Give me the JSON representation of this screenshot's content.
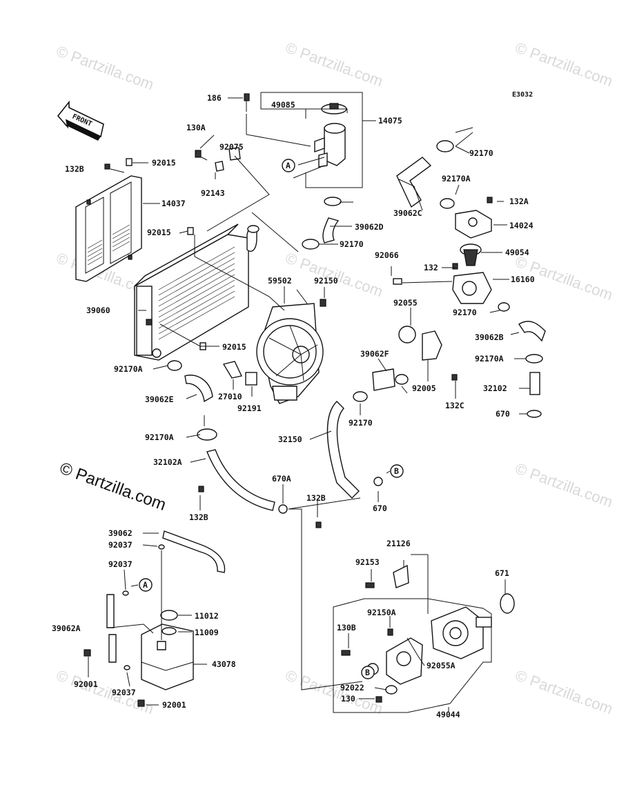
{
  "diagram": {
    "code": "E3032",
    "front_label": "FRONT",
    "watermark": "© Partzilla.com",
    "labels": [
      "186",
      "49085",
      "14075",
      "130A",
      "92075",
      "132B",
      "92015",
      "14037",
      "92143",
      "92170",
      "39062C",
      "92170A",
      "132A",
      "14024",
      "39062D",
      "92015",
      "92170",
      "49054",
      "92066",
      "132",
      "16160",
      "59502",
      "92150",
      "39060",
      "92170",
      "92055",
      "39062B",
      "92015",
      "39062F",
      "92170A",
      "92170A",
      "92005",
      "32102",
      "132C",
      "39062E",
      "27010",
      "92191",
      "92170",
      "670",
      "92170A",
      "32150",
      "32102A",
      "670A",
      "132B",
      "670",
      "132B",
      "39062",
      "21126",
      "92037",
      "92153",
      "92037",
      "671",
      "11012",
      "39062A",
      "11009",
      "92150A",
      "130B",
      "92055A",
      "43078",
      "92001",
      "92037",
      "92022",
      "92001",
      "130",
      "49044"
    ],
    "callouts": [
      "A",
      "A",
      "B",
      "B"
    ]
  }
}
